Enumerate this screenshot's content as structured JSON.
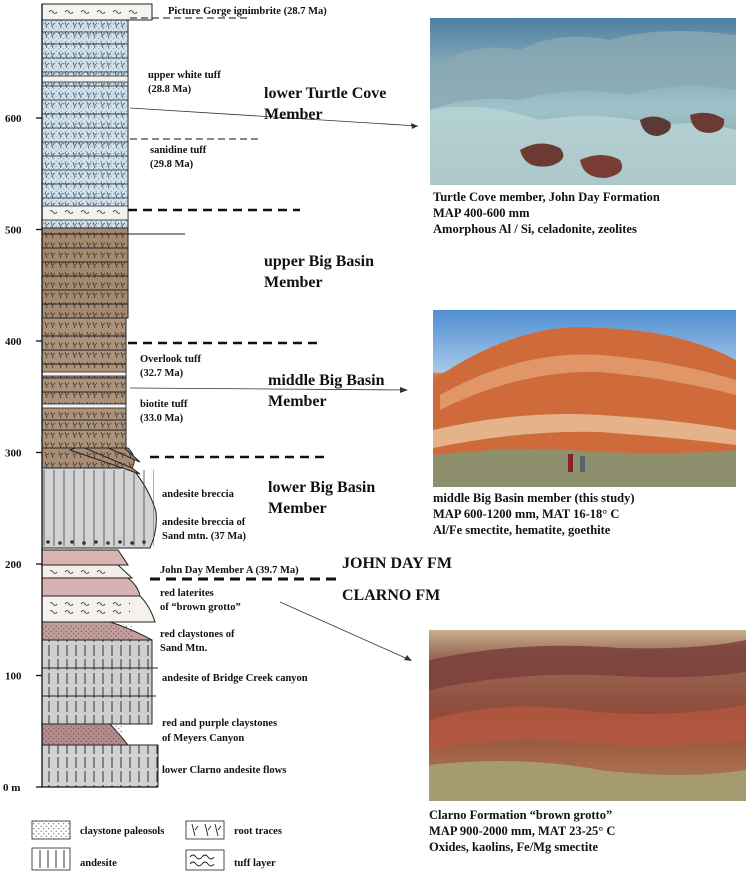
{
  "axis": {
    "ticks": [
      {
        "value": 600,
        "label": "600"
      },
      {
        "value": 500,
        "label": "500"
      },
      {
        "value": 400,
        "label": "400"
      },
      {
        "value": 300,
        "label": "300"
      },
      {
        "value": 200,
        "label": "200"
      },
      {
        "value": 100,
        "label": "100"
      },
      {
        "value": 0,
        "label": "0 m"
      }
    ]
  },
  "unit_labels": {
    "picture_gorge": "Picture Gorge ignimbrite (28.7 Ma)",
    "upper_white_tuff_1": "upper white tuff",
    "upper_white_tuff_2": "(28.8 Ma)",
    "sanidine_tuff_1": "sanidine tuff",
    "sanidine_tuff_2": "(29.8 Ma)",
    "overlook_tuff_1": "Overlook tuff",
    "overlook_tuff_2": "(32.7 Ma)",
    "biotite_tuff_1": "biotite tuff",
    "biotite_tuff_2": "(33.0 Ma)",
    "andesite_breccia": "andesite breccia",
    "sand_mtn_breccia_1": "andesite breccia of",
    "sand_mtn_breccia_2": "Sand mtn. (37 Ma)",
    "member_a": "John Day Member A (39.7 Ma)",
    "red_laterites_1": "red laterites",
    "red_laterites_2": "of “brown grotto”",
    "red_claystones_1": "red claystones of",
    "red_claystones_2": "Sand Mtn.",
    "bridge_creek": "andesite of Bridge Creek canyon",
    "meyers_1": "red and purple claystones",
    "meyers_2": "of Meyers Canyon",
    "lower_clarno": "lower Clarno andesite flows"
  },
  "members": {
    "lower_turtle_cove_1": "lower Turtle Cove",
    "lower_turtle_cove_2": "Member",
    "upper_big_basin_1": "upper Big Basin",
    "upper_big_basin_2": "Member",
    "middle_big_basin_1": "middle Big Basin",
    "middle_big_basin_2": "Member",
    "lower_big_basin_1": "lower Big Basin",
    "lower_big_basin_2": "Member"
  },
  "formations": {
    "john_day": "JOHN DAY FM",
    "clarno": "CLARNO FM"
  },
  "photos": [
    {
      "caption_1": "Turtle Cove member, John Day Formation",
      "caption_2": "MAP 400-600 mm",
      "caption_3": "Amorphous Al / Si, celadonite, zeolites"
    },
    {
      "caption_1": "middle Big Basin member (this study)",
      "caption_2": "MAP 600-1200 mm, MAT 16-18° C",
      "caption_3": "Al/Fe smectite, hematite, goethite"
    },
    {
      "caption_1": "Clarno Formation “brown grotto”",
      "caption_2": "MAP 900-2000 mm, MAT 23-25° C",
      "caption_3": "Oxides, kaolins, Fe/Mg smectite"
    }
  ],
  "legend": {
    "claystone": "claystone paleosols",
    "root": "root traces",
    "andesite": "andesite",
    "tuff": "tuff layer"
  },
  "colors": {
    "tuff_blue": "#cfe3f0",
    "claystone_brown": "#a98c74",
    "andesite_gray": "#cfcfcf",
    "red_claystone": "#c9a4a2",
    "pale_tan": "#e8dccf"
  }
}
